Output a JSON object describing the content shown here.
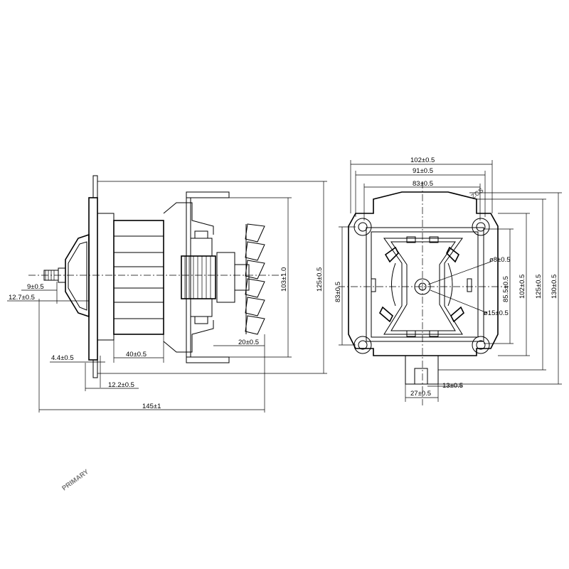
{
  "side_view": {
    "dims": {
      "shaft_dia": "9±0.5",
      "shaft_len": "12.7±0.5",
      "flange_thk": "4.4±0.5",
      "stator_len": "40±0.5",
      "fan_width": "20±0.5",
      "flange_offset": "12.2±0.5",
      "overall_length": "145±1",
      "height_inner": "103±1.0",
      "height_outer": "125±0.5"
    }
  },
  "front_view": {
    "dims": {
      "width_top": "102±0.5",
      "width_mid": "91±0.5",
      "width_inner": "83±0.5",
      "hole_small": "ø8±0.5",
      "bore": "ø15±0.5",
      "left_height": "83±0.5",
      "h_855": "85.5±0.5",
      "h_102": "102±0.5",
      "h_125": "125±0.5",
      "h_130": "130±0.5",
      "bottom_width": "27±0.5",
      "bottom_offset": "13±0.5"
    }
  },
  "watermark": {
    "text": "PRIMARY",
    "sub": "ZCS",
    "color": "#9aa4c6"
  }
}
